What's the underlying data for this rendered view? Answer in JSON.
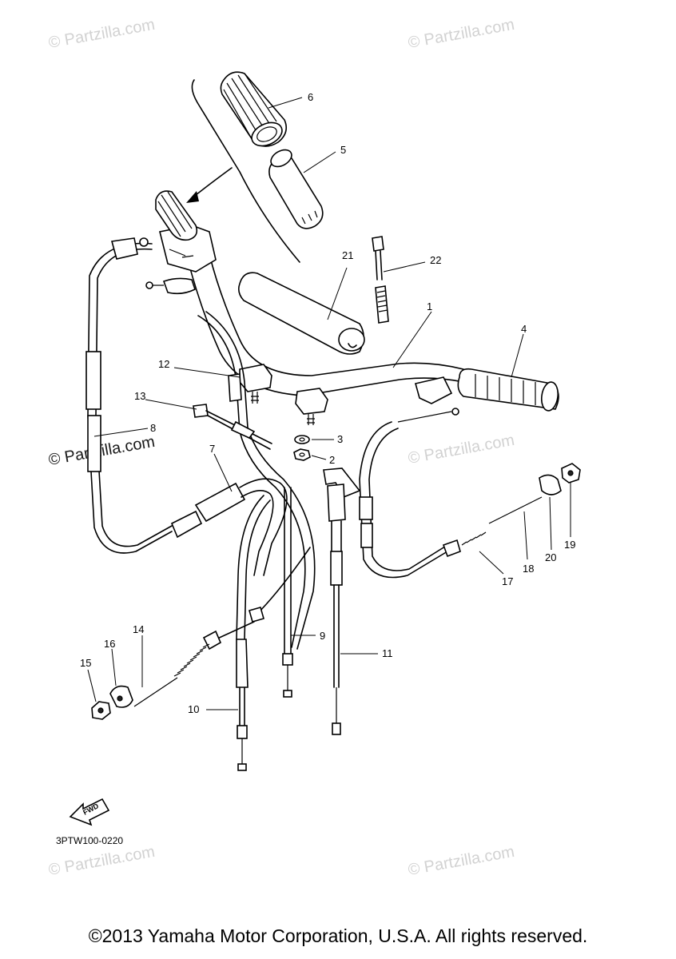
{
  "diagram": {
    "callouts": [
      {
        "id": "1",
        "text": "1"
      },
      {
        "id": "2",
        "text": "2"
      },
      {
        "id": "3",
        "text": "3"
      },
      {
        "id": "4",
        "text": "4"
      },
      {
        "id": "5",
        "text": "5"
      },
      {
        "id": "6",
        "text": "6"
      },
      {
        "id": "7",
        "text": "7"
      },
      {
        "id": "8",
        "text": "8"
      },
      {
        "id": "9",
        "text": "9"
      },
      {
        "id": "10",
        "text": "10"
      },
      {
        "id": "11",
        "text": "11"
      },
      {
        "id": "12",
        "text": "12"
      },
      {
        "id": "13",
        "text": "13"
      },
      {
        "id": "14",
        "text": "14"
      },
      {
        "id": "15",
        "text": "15"
      },
      {
        "id": "16",
        "text": "16"
      },
      {
        "id": "17",
        "text": "17"
      },
      {
        "id": "18",
        "text": "18"
      },
      {
        "id": "19",
        "text": "19"
      },
      {
        "id": "20",
        "text": "20"
      },
      {
        "id": "21",
        "text": "21"
      },
      {
        "id": "22",
        "text": "22"
      }
    ],
    "direction_label": "FWD",
    "reference_code": "3PTW100-0220"
  },
  "watermark": {
    "text": "© Partzilla.com",
    "faint_color": "#d2d2d2",
    "strong_color": "#1a1a1a"
  },
  "footer": {
    "copyright": "©2013 Yamaha Motor Corporation, U.S.A. All rights reserved."
  }
}
